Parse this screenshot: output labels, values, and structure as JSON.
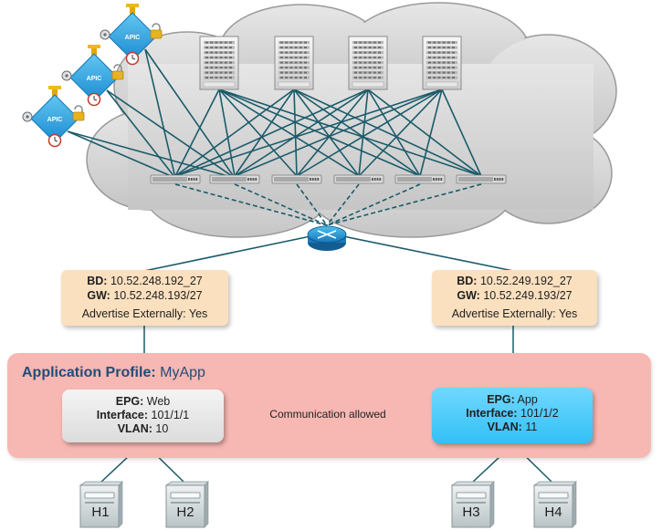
{
  "apic": {
    "label": "APIC"
  },
  "bd_left": {
    "bd_key": "BD:",
    "bd_value": "10.52.248.192_27",
    "gw_key": "GW:",
    "gw_value": "10.52.248.193/27",
    "advertise": "Advertise Externally: Yes"
  },
  "bd_right": {
    "bd_key": "BD:",
    "bd_value": "10.52.249.192_27",
    "gw_key": "GW:",
    "gw_value": "10.52.249.193/27",
    "advertise": "Advertise Externally: Yes"
  },
  "app_profile": {
    "key": "Application Profile:",
    "value": "MyApp"
  },
  "epg_web": {
    "epg_key": "EPG:",
    "epg_value": "Web",
    "iface_key": "Interface:",
    "iface_value": "101/1/1",
    "vlan_key": "VLAN:",
    "vlan_value": "10"
  },
  "epg_app": {
    "epg_key": "EPG:",
    "epg_value": "App",
    "iface_key": "Interface:",
    "iface_value": "101/1/2",
    "vlan_key": "VLAN:",
    "vlan_value": "11"
  },
  "communication": {
    "label": "Communication allowed"
  },
  "hosts": [
    "H1",
    "H2",
    "H3",
    "H4"
  ],
  "colors": {
    "cloud": "#d4d4d4",
    "link": "#1a5b6a",
    "bd_box": "#fbe0bf",
    "app_profile": "#f7b7b3",
    "epg_app": "#33c0f5",
    "arrow": "#22a64a",
    "apic": "#2aa7e8"
  }
}
